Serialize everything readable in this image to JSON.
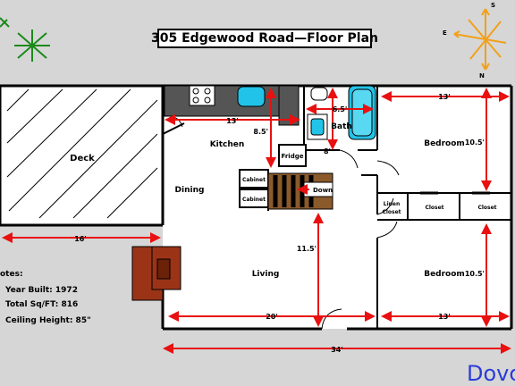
{
  "title": "305 Edgewood Road—Floor Plan",
  "compass": {
    "east": "E",
    "south": "S",
    "north": "N"
  },
  "rooms": {
    "deck": "Deck",
    "kitchen": "Kitchen",
    "dining": "Dining",
    "living": "Living",
    "bath": "Bath",
    "bedroom_top": "Bedroom",
    "bedroom_bottom": "Bedroom",
    "fridge": "Fridge",
    "cabinet_top": "Cabinet",
    "cabinet_bottom": "Cabinet",
    "down": "Down",
    "linen_closet_1": "Linen",
    "linen_closet_2": "Closet",
    "closet_1": "Closet",
    "closet_2": "Closet"
  },
  "dimensions": {
    "kitchen_width": "13'",
    "kitchen_depth": "8.5'",
    "bath_width": "6.5'",
    "bath_depth": "8'",
    "bedroom_top_width": "13'",
    "bedroom_top_depth": "10.5'",
    "deck_width": "16'",
    "living_depth": "11.5'",
    "living_width": "20'",
    "bedroom_bottom_width": "13'",
    "bedroom_bottom_depth": "10.5'",
    "house_width": "34'"
  },
  "notes": {
    "heading": "otes:",
    "year_built": "Year Built: 1972",
    "total_sqft": "Total Sq/FT: 816",
    "ceiling_height": "Ceiling Height: 85\""
  },
  "signature": "Dovc",
  "colors": {
    "dimension": "#e81010",
    "water": "#22c3e8",
    "brick": "#9b3417",
    "compass": "#f2a019"
  }
}
